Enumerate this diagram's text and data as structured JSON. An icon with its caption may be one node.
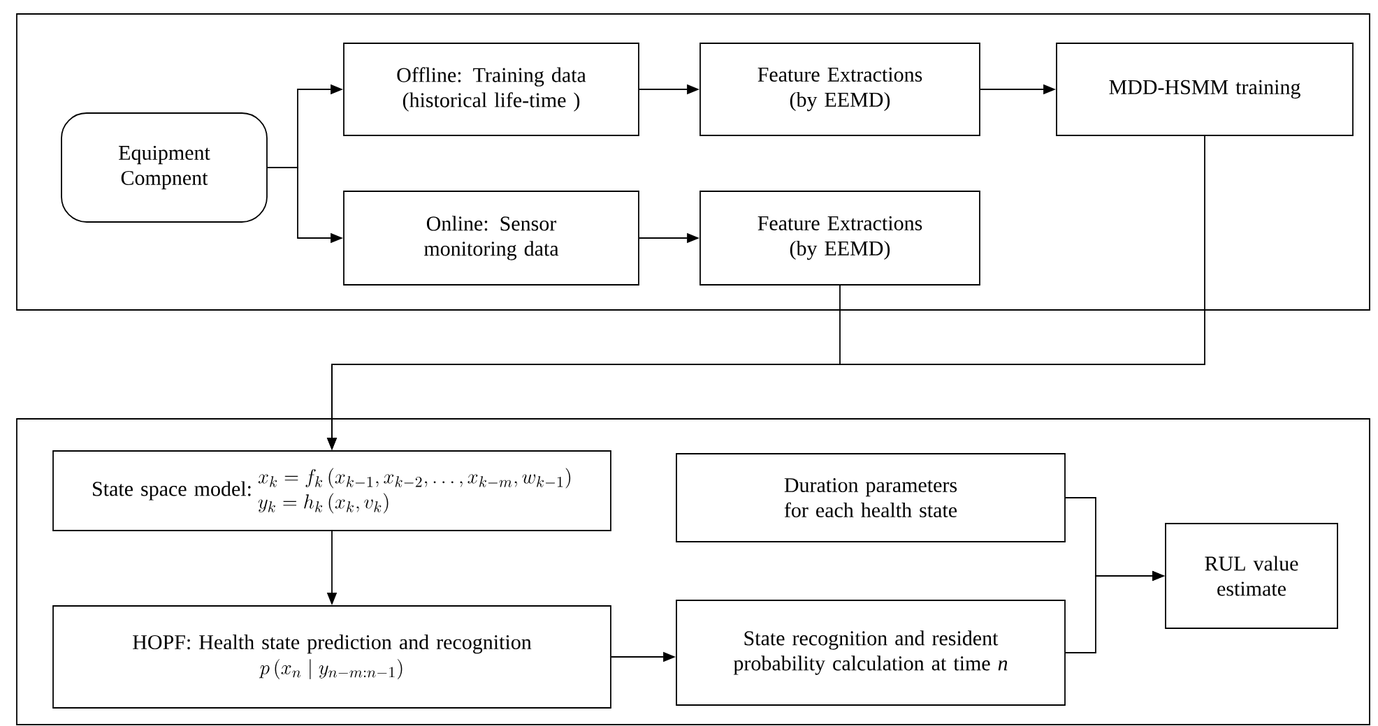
{
  "diagram": {
    "nodes": [
      {
        "text": [],
        "shape": "box"
      },
      {
        "text": [
          "Equipment Compnent"
        ],
        "in": 0
      },
      {
        "text": [
          "Offline: Training data (historical life-time )"
        ],
        "in": 0
      },
      {
        "text": [
          "Feature Extractions (by EEMD)"
        ],
        "in": 0
      },
      {
        "text": [
          "MDD-HSMM training"
        ],
        "in": 0
      },
      {
        "text": [
          "Online: Sensor monitoring data"
        ],
        "in": 0
      },
      {
        "text": [
          "Feature Extractions (by EEMD)"
        ],
        "in": 0
      },
      {
        "text": [],
        "shape": "box"
      },
      {
        "text": [
          "State space model:",
          "x_k = f_k\\,(x_{k-1},x_{k-2},\\ldots,x_{k-m},w_{k-1})",
          "y_k = h_k\\,(x_k,v_k)"
        ],
        "in": 7
      },
      {
        "text": [
          "Duration parameters for each health state"
        ],
        "in": 7
      },
      {
        "text": [
          "RUL value estimate"
        ],
        "in": 7
      },
      {
        "text": [
          "HOPF:  Health state prediction and recognition",
          "p\\left(x_n \\mid y_{n-m:n-1}\\right)"
        ],
        "in": 7
      },
      {
        "text": [
          "State recognition and resident probability calculation at time *n*"
        ],
        "in": 7
      }
    ],
    "edges": [
      {
        "from": 1,
        "to": 2,
        "arrow": "to"
      },
      {
        "from": 1,
        "to": 5,
        "arrow": "to"
      },
      {
        "from": 2,
        "to": 3,
        "arrow": "to"
      },
      {
        "from": 3,
        "to": 4,
        "arrow": "to"
      },
      {
        "from": 5,
        "to": 6,
        "arrow": "to"
      },
      {
        "from": 6,
        "to": 8,
        "arrow": "to"
      },
      {
        "from": 4,
        "to": 8,
        "arrow": "to"
      },
      {
        "from": 8,
        "to": 11,
        "arrow": "to"
      },
      {
        "from": 11,
        "to": 12,
        "arrow": "to"
      },
      {
        "from": 9,
        "to": 10,
        "arrow": "to"
      },
      {
        "from": 12,
        "to": 10,
        "arrow": "to"
      }
    ]
  }
}
